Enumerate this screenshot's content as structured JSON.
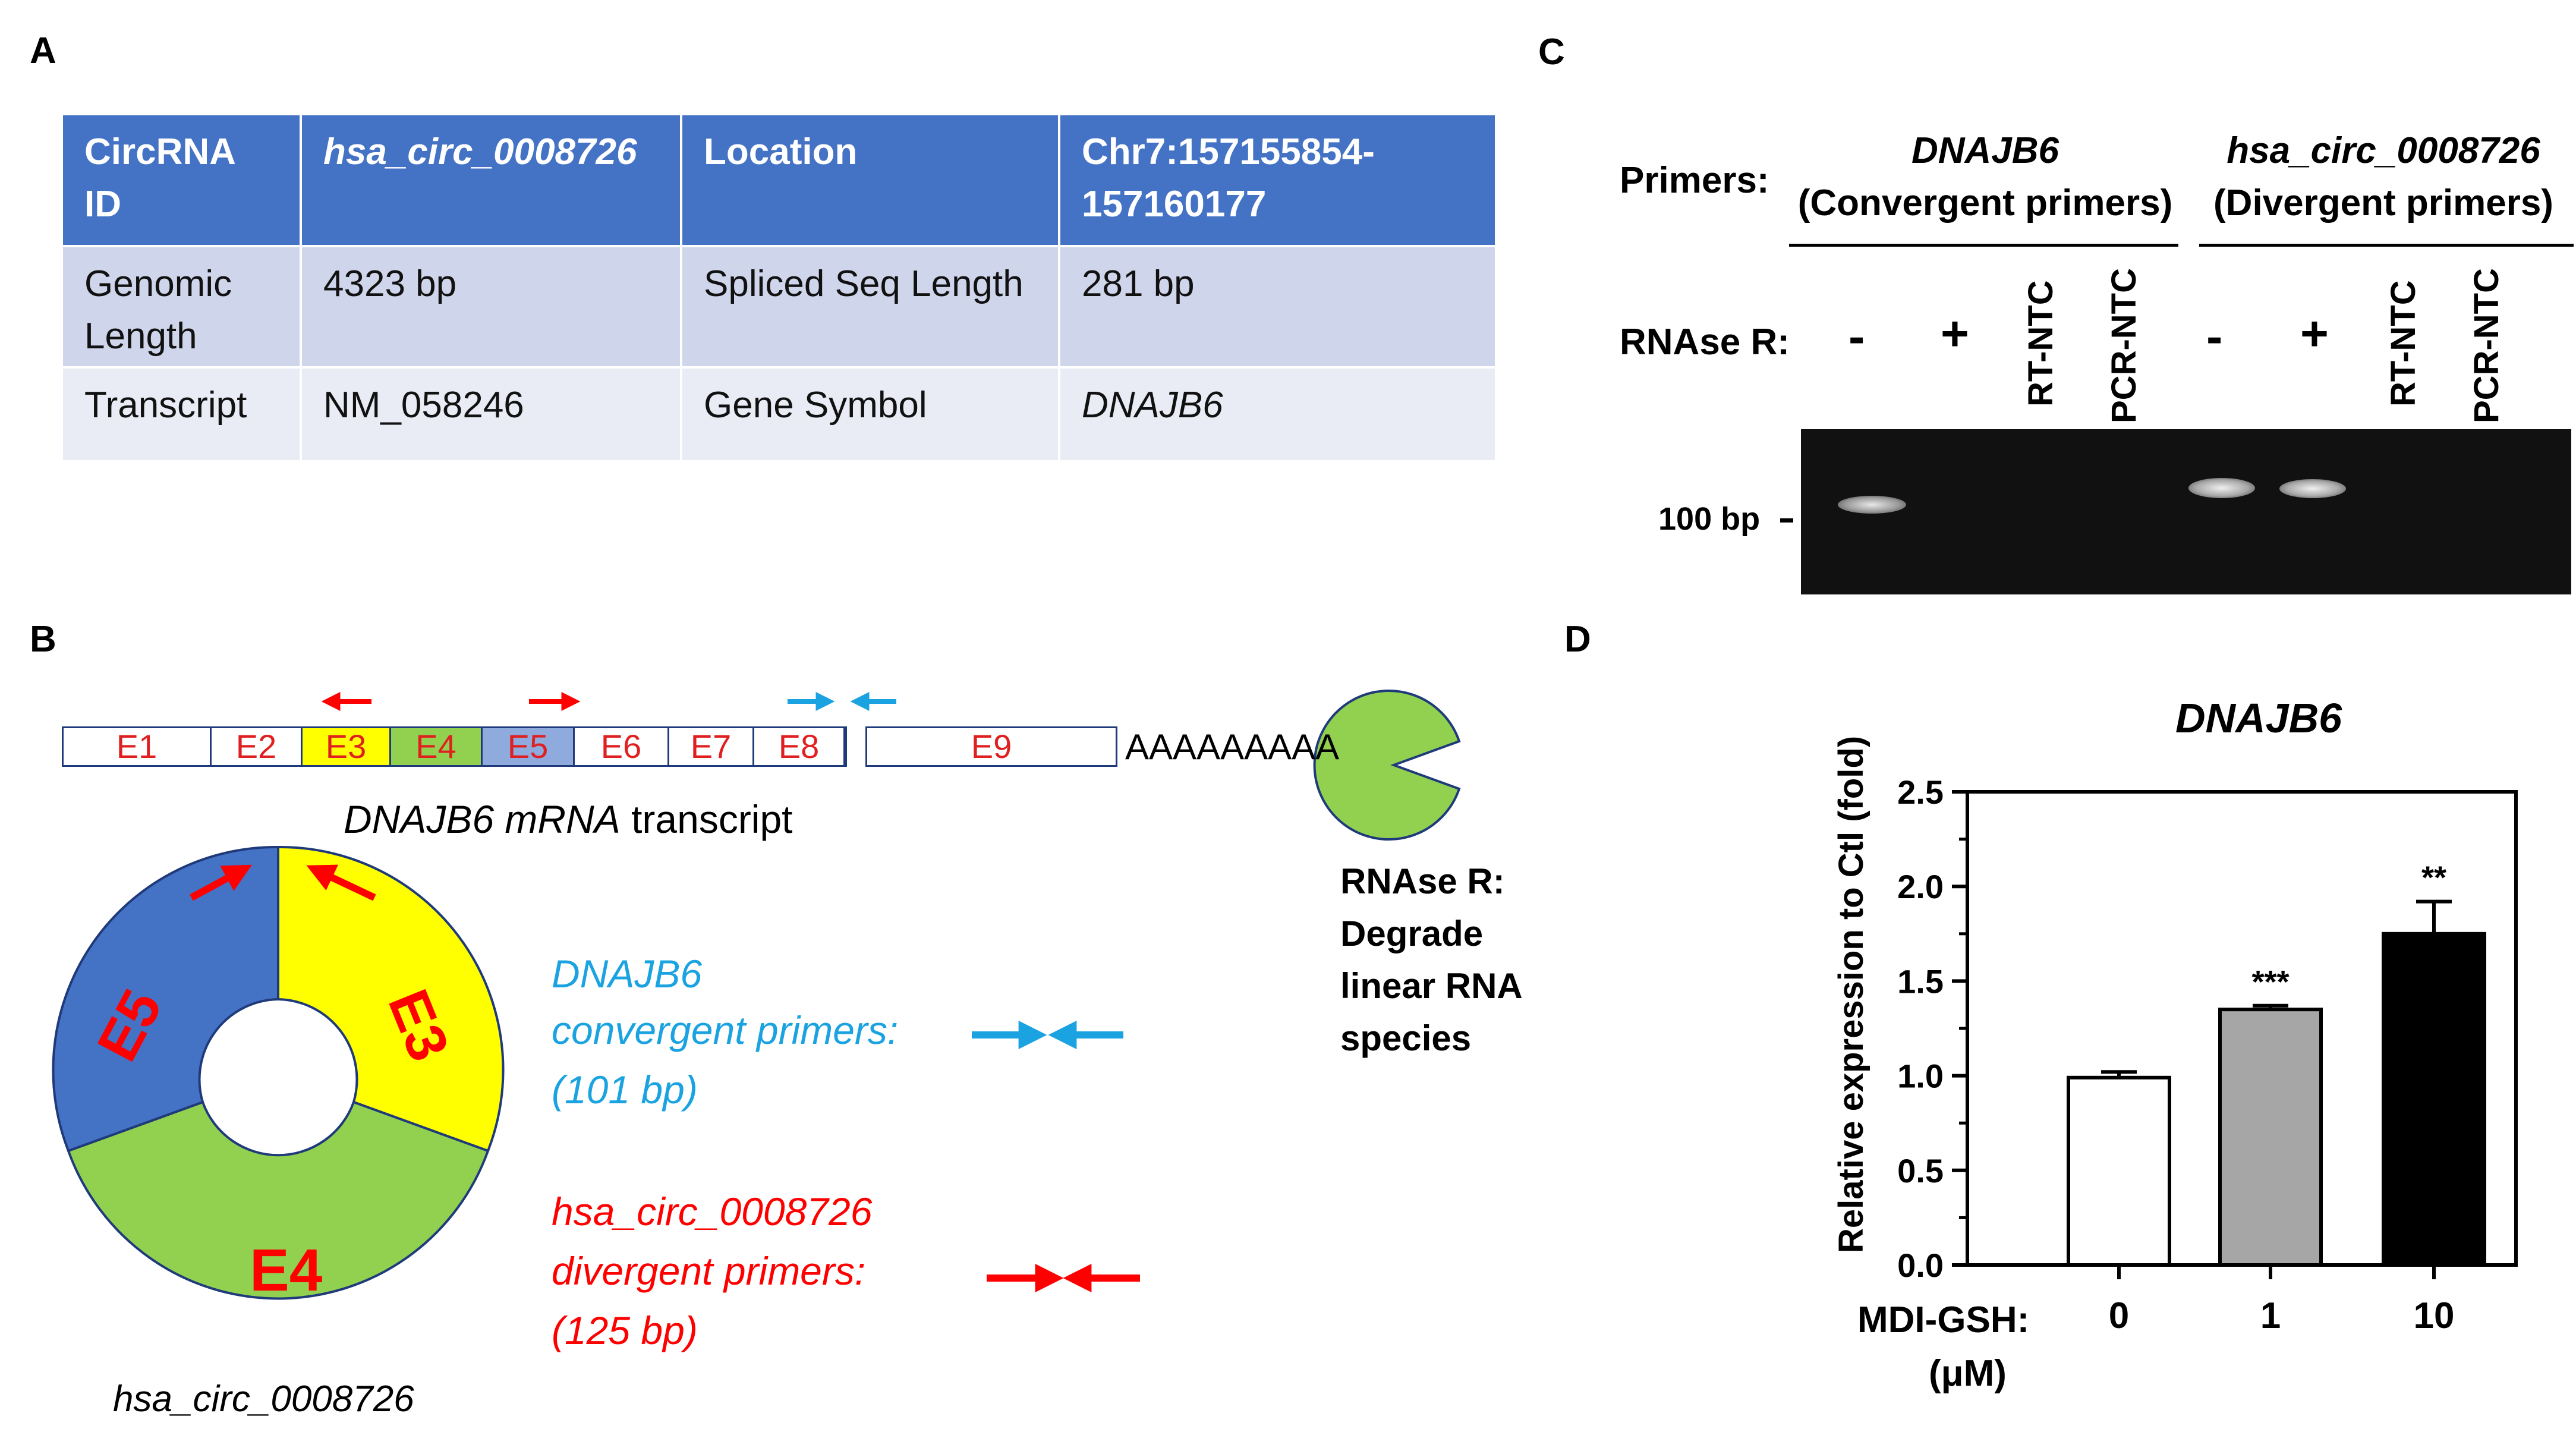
{
  "panels": {
    "a": "A",
    "b": "B",
    "c": "C",
    "d": "D"
  },
  "table_a": {
    "header": [
      "CircRNA ID",
      "hsa_circ_0008726",
      "Location",
      "Chr7:157155854-157160177"
    ],
    "rows": [
      [
        "Genomic Length",
        "4323 bp",
        "Spliced Seq Length",
        "281 bp"
      ],
      [
        "Transcript",
        "NM_058246",
        "Gene Symbol",
        "DNAJB6"
      ]
    ]
  },
  "panel_c": {
    "primers_label": "Primers:",
    "group1_gene": "DNAJB6",
    "group1_type": "(Convergent primers)",
    "group2_gene": "hsa_circ_0008726",
    "group2_type": "(Divergent primers)",
    "rnase_label": "RNAse R:",
    "lanes": [
      "-",
      "+",
      "RT-NTC",
      "PCR-NTC",
      "-",
      "+",
      "RT-NTC",
      "PCR-NTC"
    ],
    "marker": "100 bp"
  },
  "panel_b": {
    "exons": [
      "E1",
      "E2",
      "E3",
      "E4",
      "E5",
      "E6",
      "E7",
      "E8",
      "E9"
    ],
    "polya": "AAAAAAAAA",
    "transcript_gene": "DNAJB6 mRNA",
    "transcript_word": " transcript",
    "rnase_desc": [
      "RNAse R:",
      "Degrade",
      "linear RNA",
      "species"
    ],
    "ring_exons": [
      "E5",
      "E3",
      "E4"
    ],
    "circ_name": "hsa_circ_0008726",
    "convergent": [
      "DNAJB6",
      "convergent primers:",
      "(101 bp)"
    ],
    "divergent": [
      "hsa_circ_0008726",
      "divergent primers:",
      "(125 bp)"
    ],
    "colors": {
      "e3": "#ffff00",
      "e4": "#92d050",
      "e5": "#8faadc",
      "ring_e5": "#4472c4",
      "red": "#ff0000",
      "blue": "#1aa3e0"
    }
  },
  "chart_data": {
    "type": "bar",
    "title": "DNAJB6",
    "xlabel": "MDI-GSH:",
    "xunit": "(μM)",
    "ylabel": "Relative expression to Ctl (fold)",
    "categories": [
      "0",
      "1",
      "10"
    ],
    "values": [
      0.99,
      1.35,
      1.75
    ],
    "errors": [
      0.03,
      0.02,
      0.17
    ],
    "significance": [
      "",
      "***",
      "**"
    ],
    "bar_colors": [
      "#ffffff",
      "#a6a6a6",
      "#000000"
    ],
    "ylim": [
      0,
      2.5
    ],
    "yticks": [
      "0.0",
      "0.5",
      "1.0",
      "1.5",
      "2.0",
      "2.5"
    ]
  }
}
